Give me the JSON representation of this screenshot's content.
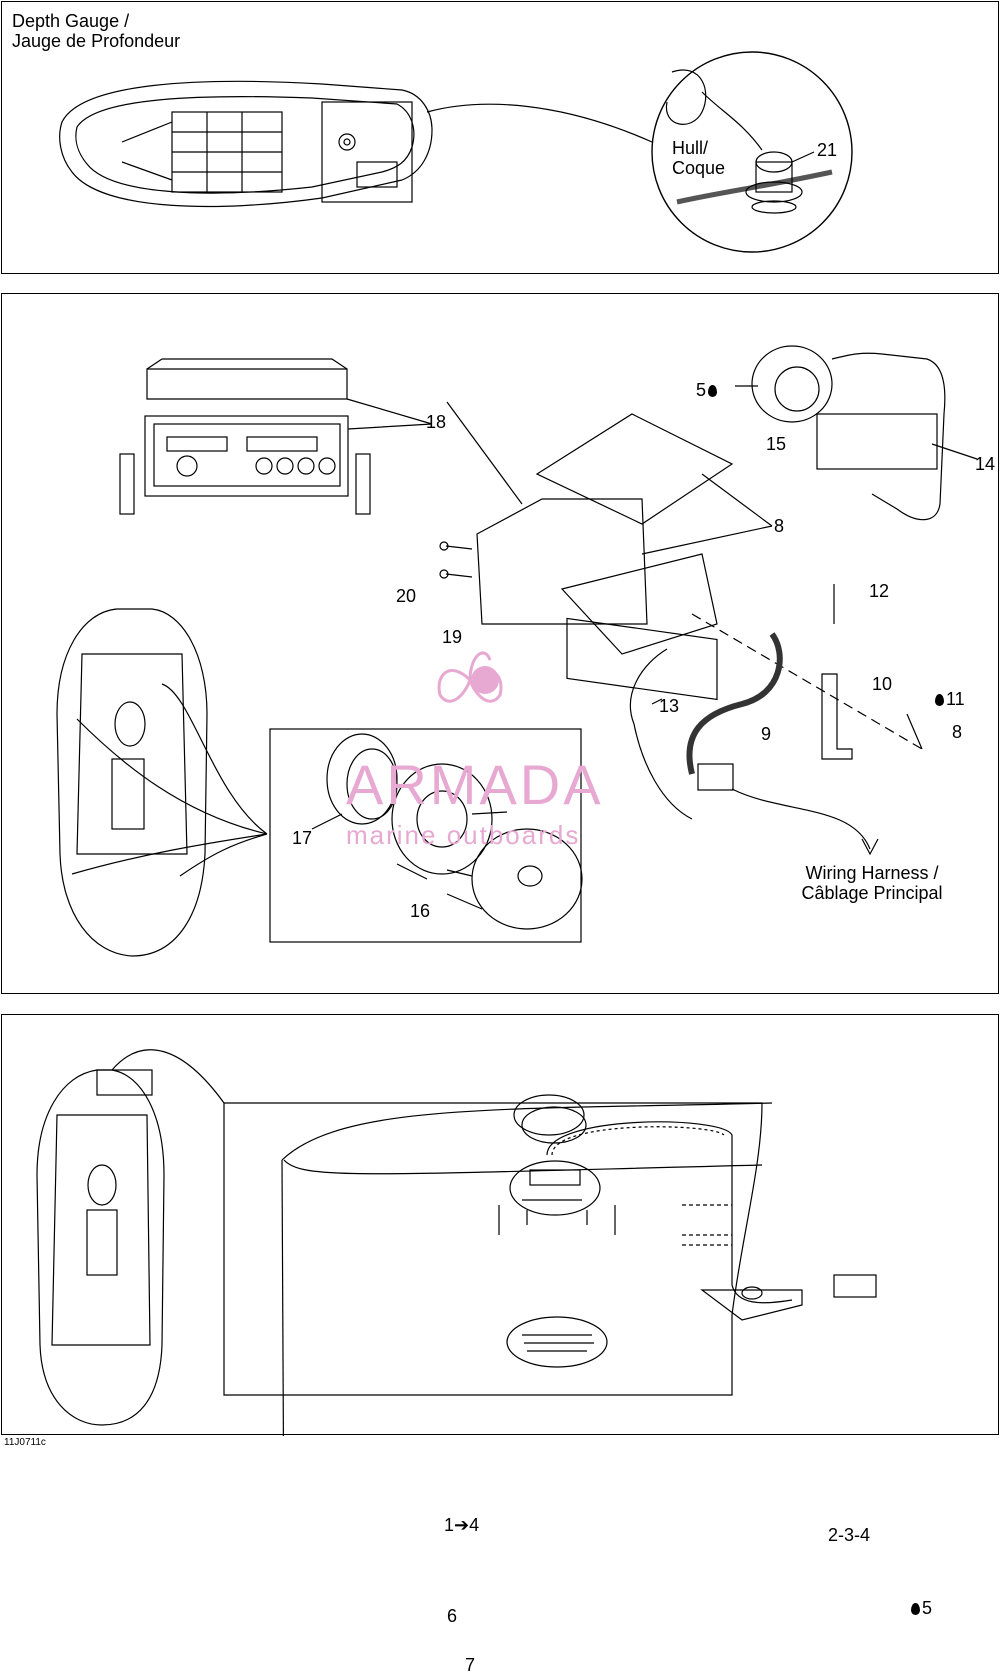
{
  "panel_top": {
    "title_line1": "Depth Gauge /",
    "title_line2": "Jauge de Profondeur",
    "hull_line1": "Hull/",
    "hull_line2": "Coque",
    "part_21": "21"
  },
  "panel_middle": {
    "parts": [
      "18",
      "5",
      "15",
      "14",
      "8",
      "20",
      "19",
      "12",
      "10",
      "11",
      "8",
      "13",
      "9",
      "17",
      "16"
    ],
    "harness_line1": "Wiring Harness /",
    "harness_line2": "Câblage Principal"
  },
  "panel_bottom": {
    "part_1_4": "1➔4",
    "part_2_3_4": "2-3-4",
    "part_5": "5",
    "part_6": "6",
    "part_7": "7"
  },
  "watermark": {
    "brand": "ARMADA",
    "tagline": "marine outboards",
    "color": "#e7a9d2"
  },
  "figure_code": "11J0711c"
}
